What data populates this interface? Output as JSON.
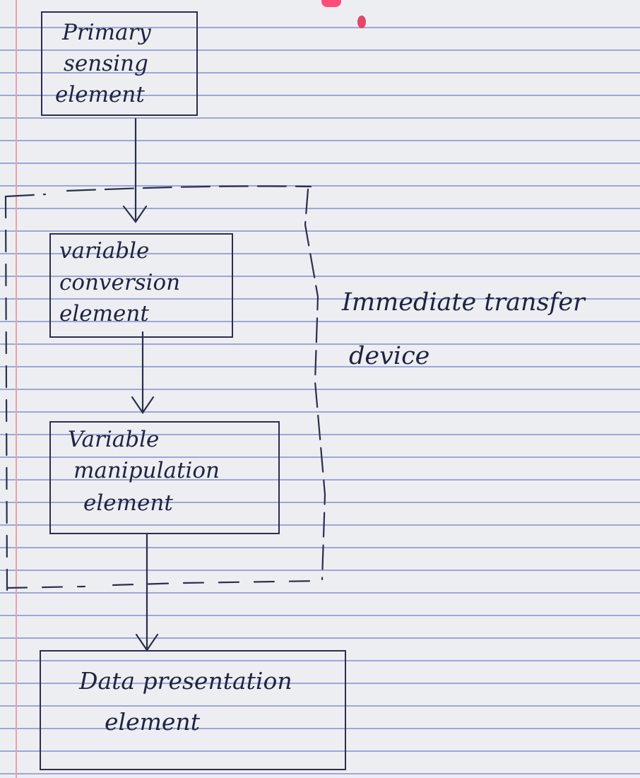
{
  "diagram": {
    "nodes": [
      {
        "id": "primary",
        "lines": [
          "Primary",
          "sensing",
          "element"
        ]
      },
      {
        "id": "conversion",
        "lines": [
          "variable",
          "conversion",
          "element"
        ]
      },
      {
        "id": "manipulation",
        "lines": [
          "Variable",
          "manipulation",
          "element"
        ]
      },
      {
        "id": "presentation",
        "lines": [
          "Data presentation",
          "element"
        ]
      }
    ],
    "group_label": [
      "Immediate transfer",
      "device"
    ],
    "edges": [
      {
        "from": "primary",
        "to": "conversion"
      },
      {
        "from": "conversion",
        "to": "manipulation"
      },
      {
        "from": "manipulation",
        "to": "presentation"
      }
    ]
  },
  "colors": {
    "ink": "#2b2f4a",
    "paper": "#edeef2",
    "rule_lines": "#9fa6d6",
    "margin_line": "#e7a2ab"
  }
}
